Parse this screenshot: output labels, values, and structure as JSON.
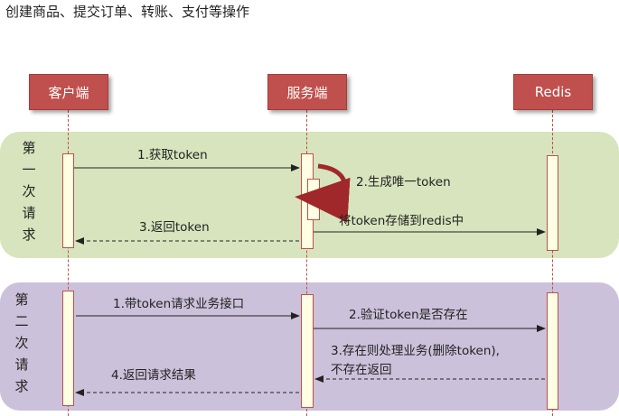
{
  "caption": "创建商品、提交订单、转账、支付等操作",
  "actors": {
    "client": "客户端",
    "server": "服务端",
    "redis": "Redis"
  },
  "phase1": {
    "label": [
      "第",
      "一",
      "次",
      "请",
      "求"
    ],
    "messages": {
      "get_token": "1.获取token",
      "gen_token": "2.生成唯一token",
      "store_token": "将token存储到redis中",
      "return_token": "3.返回token"
    }
  },
  "phase2": {
    "label": [
      "第",
      "二",
      "次",
      "请",
      "求"
    ],
    "messages": {
      "request_with_token": "1.带token请求业务接口",
      "verify_token": "2.验证token是否存在",
      "handle_line1": "3.存在则处理业务(删除token),",
      "handle_line2": "不存在返回",
      "return_result": "4.返回请求结果"
    }
  },
  "colors": {
    "actor": "#c0504d",
    "phase1_band": "#d7e4bd",
    "phase2_band": "#ccc1da",
    "activation": "#fffde2"
  }
}
